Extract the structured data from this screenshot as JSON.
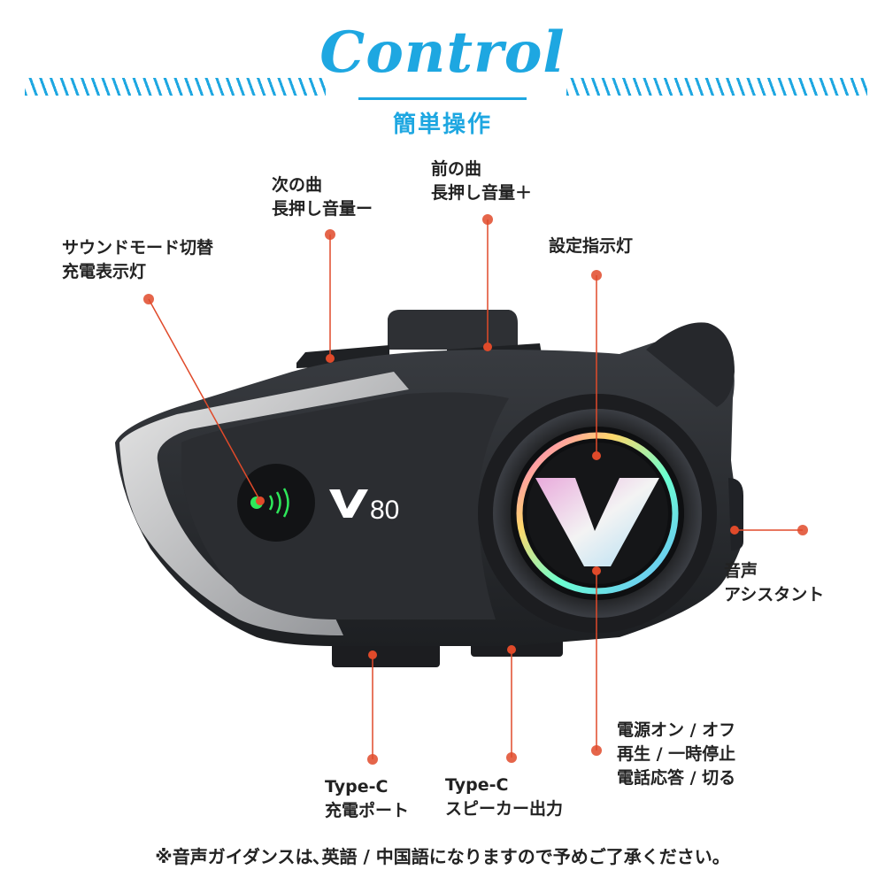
{
  "header": {
    "title": "Control",
    "subtitle": "簡単操作"
  },
  "product": {
    "model": "80"
  },
  "callouts": {
    "next_track": [
      "次の曲",
      "長押し音量ー"
    ],
    "prev_track": [
      "前の曲",
      "長押し音量＋"
    ],
    "sound_mode": [
      "サウンドモード切替",
      "充電表示灯"
    ],
    "indicator": [
      "設定指示灯"
    ],
    "voice_assistant": [
      "音声",
      "アシスタント"
    ],
    "power": [
      "電源オン / オフ",
      "再生 / 一時停止",
      "電話応答 / 切る"
    ],
    "charge_port": [
      "Type-C",
      "充電ポート"
    ],
    "speaker_port": [
      "Type-C",
      "スピーカー出力"
    ]
  },
  "footnote": "※音声ガイダンスは､英語 / 中国語になりますので予めご了承ください。",
  "colors": {
    "accent": "#1ea7e1",
    "callout": "#e04a2a",
    "device_body": "#2a2c30"
  }
}
